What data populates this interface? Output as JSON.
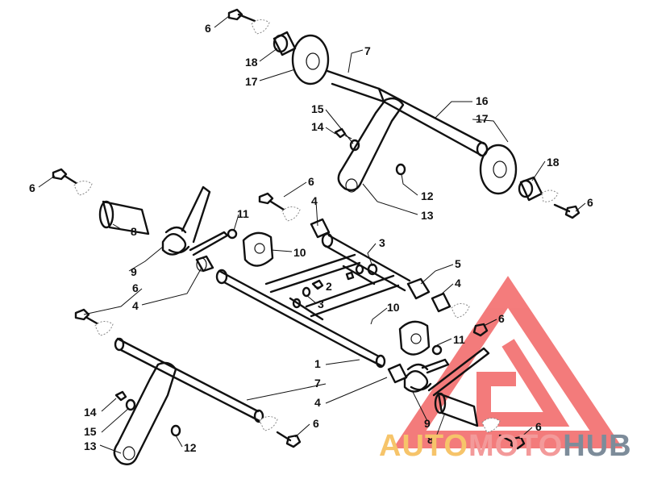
{
  "logo": {
    "part1": "AUTO",
    "part2": "MOTO",
    "part3": "HUB",
    "colors": {
      "auto": "#f6c46a",
      "moto": "#f39a9a",
      "hub": "#7d8c9a",
      "triangle": "#f15b5b"
    }
  },
  "callouts": [
    "6",
    "18",
    "17",
    "7",
    "15",
    "14",
    "16",
    "17",
    "18",
    "12",
    "13",
    "6",
    "6",
    "6",
    "4",
    "11",
    "8",
    "9",
    "10",
    "3",
    "5",
    "4",
    "2",
    "3",
    "10",
    "6",
    "4",
    "6",
    "1",
    "7",
    "11",
    "4",
    "14",
    "15",
    "13",
    "12",
    "6",
    "9",
    "8",
    "6"
  ]
}
